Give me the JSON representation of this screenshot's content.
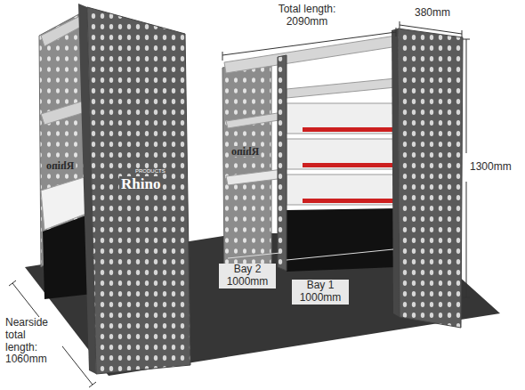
{
  "diagram": {
    "labels": [
      "Total length: 2090mm",
      "380mm",
      "1300mm",
      "Bay 2 1000mm",
      "Bay 1 1000mm",
      "Nearside total length: 1060mm",
      "Rhino",
      "PRODUCTS",
      "Rhino",
      "Rhino"
    ]
  }
}
